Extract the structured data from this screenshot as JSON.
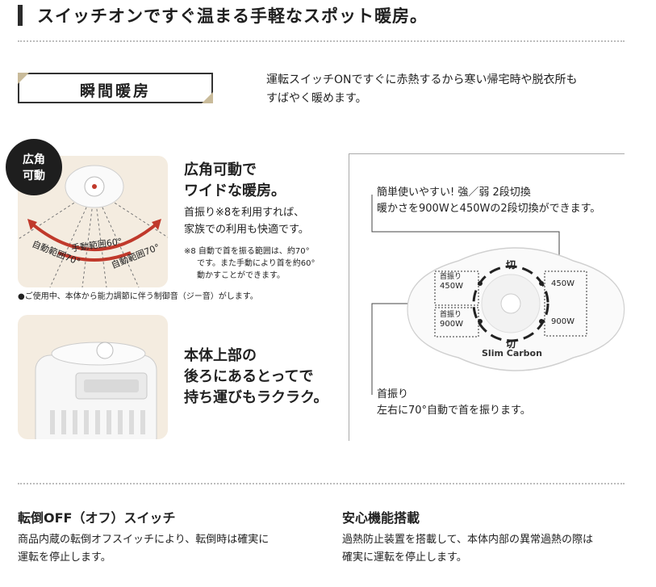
{
  "header": {
    "title": "スイッチオンですぐ温まる手軽なスポット暖房。"
  },
  "section": {
    "label": "瞬間暖房",
    "intro_lines": [
      "運転スイッチONですぐに赤熱するから寒い帰宅時や脱衣所も",
      "すばやく暖めます。"
    ]
  },
  "feature_wide": {
    "badge_lines": [
      "広角",
      "可動"
    ],
    "heading_lines": [
      "広角可動で",
      "ワイドな暖房。"
    ],
    "body_lines": [
      "首振り※8を利用すれば、",
      "家族での利用も快適です。"
    ],
    "note_lines": [
      "※8 自動で首を振る範囲は、約70°",
      "です。また手動により首を約60°",
      "動かすことができます。"
    ],
    "img_labels": {
      "manual": "手動範囲60°",
      "auto_left": "自動範囲70°",
      "auto_right": "自動範囲70°"
    },
    "sound_note": "●ご使用中、本体から能力調節に伴う制御音（ジー音）がします。"
  },
  "feature_handle": {
    "heading_lines": [
      "本体上部の",
      "後ろにあるとってで",
      "持ち運びもラクラク。"
    ]
  },
  "diagram": {
    "callout_top_lines": [
      "簡単使いやすい! 強／弱 2段切換",
      "暖かさを900Wと450Wの2段切換ができます。"
    ],
    "callout_bottom_lines": [
      "首振り",
      "左右に70°自動で首を振ります。"
    ],
    "dial": {
      "off_top": "切",
      "off_bottom": "切",
      "left_top": [
        "首振り",
        "450W"
      ],
      "left_bottom": [
        "首振り",
        "900W"
      ],
      "right_top": "450W",
      "right_bottom": "900W",
      "brand": "Slim Carbon"
    }
  },
  "bottom": {
    "left": {
      "title": "転倒OFF（オフ）スイッチ",
      "lines": [
        "商品内蔵の転倒オフスイッチにより、転倒時は確実に",
        "運転を停止します。"
      ]
    },
    "right": {
      "title": "安心機能搭載",
      "lines": [
        "過熱防止装置を搭載して、本体内部の異常過熱の際は",
        "確実に運転を停止します。"
      ]
    }
  },
  "colors": {
    "accent_red": "#c0392b",
    "panel_beige": "#f4ece0",
    "label_gold": "#c9bb9a"
  }
}
